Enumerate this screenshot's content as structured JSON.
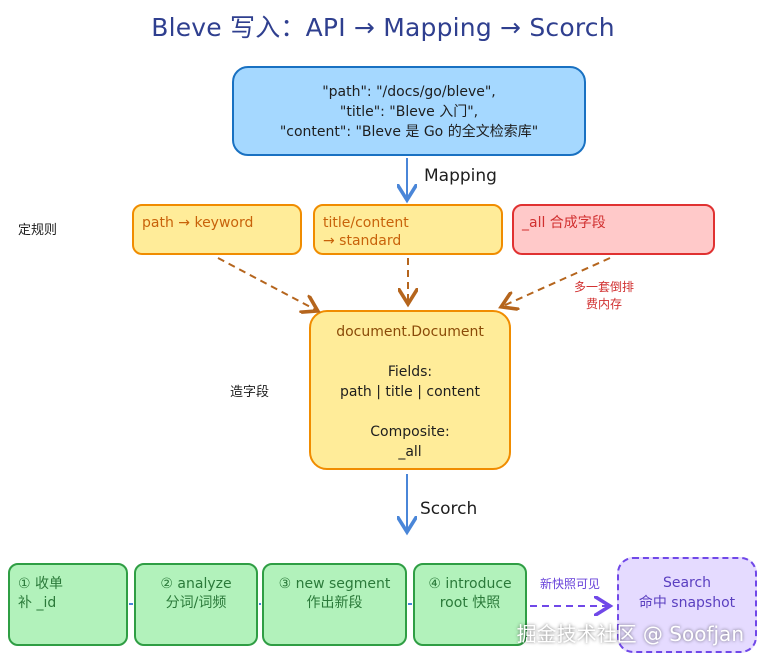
{
  "title": "Bleve 写入：API → Mapping → Scorch",
  "source_box": {
    "line1": "\"path\": \"/docs/go/bleve\",",
    "line2": "\"title\": \"Bleve 入门\",",
    "line3": "\"content\": \"Bleve 是 Go 的全文检索库\""
  },
  "mapping_label": "Mapping",
  "scorch_label": "Scorch",
  "rules_row_label": "定规则",
  "rules": [
    {
      "line1": "path → keyword",
      "line2": ""
    },
    {
      "line1": "title/content",
      "line2": "→ standard"
    },
    {
      "line1": "_all 合成字段",
      "line2": ""
    }
  ],
  "all_note": {
    "line1": "多一套倒排",
    "line2": "费内存"
  },
  "fields_row_label": "造字段",
  "document": {
    "title": "document.Document",
    "fields_heading": "Fields:",
    "fields": "path | title | content",
    "composite_heading": "Composite:",
    "composite": "_all"
  },
  "steps": [
    {
      "line1": "① 收单",
      "line2": "补 _id"
    },
    {
      "line1": "② analyze",
      "line2": "分词/词频"
    },
    {
      "line1": "③ new segment",
      "line2": "作出新段"
    },
    {
      "line1": "④ introduce",
      "line2": "root 快照"
    }
  ],
  "visible_note": "新快照可见",
  "search_box": {
    "line1": "Search",
    "line2": "命中 snapshot"
  },
  "watermark": "掘金技术社区 @ Soofjan",
  "colors": {
    "source_fill": "#a5d8ff",
    "source_stroke": "#1971c2",
    "rule_fill": "#ffec99",
    "rule_stroke": "#f08c00",
    "all_fill": "#ffc9c9",
    "all_stroke": "#e03131",
    "step_fill": "#b2f2bb",
    "step_stroke": "#2f9e44",
    "search_fill": "#e5dbff",
    "search_stroke": "#7048e8",
    "arrow_blue": "#4a86d8",
    "arrow_brown": "#b5651d"
  }
}
